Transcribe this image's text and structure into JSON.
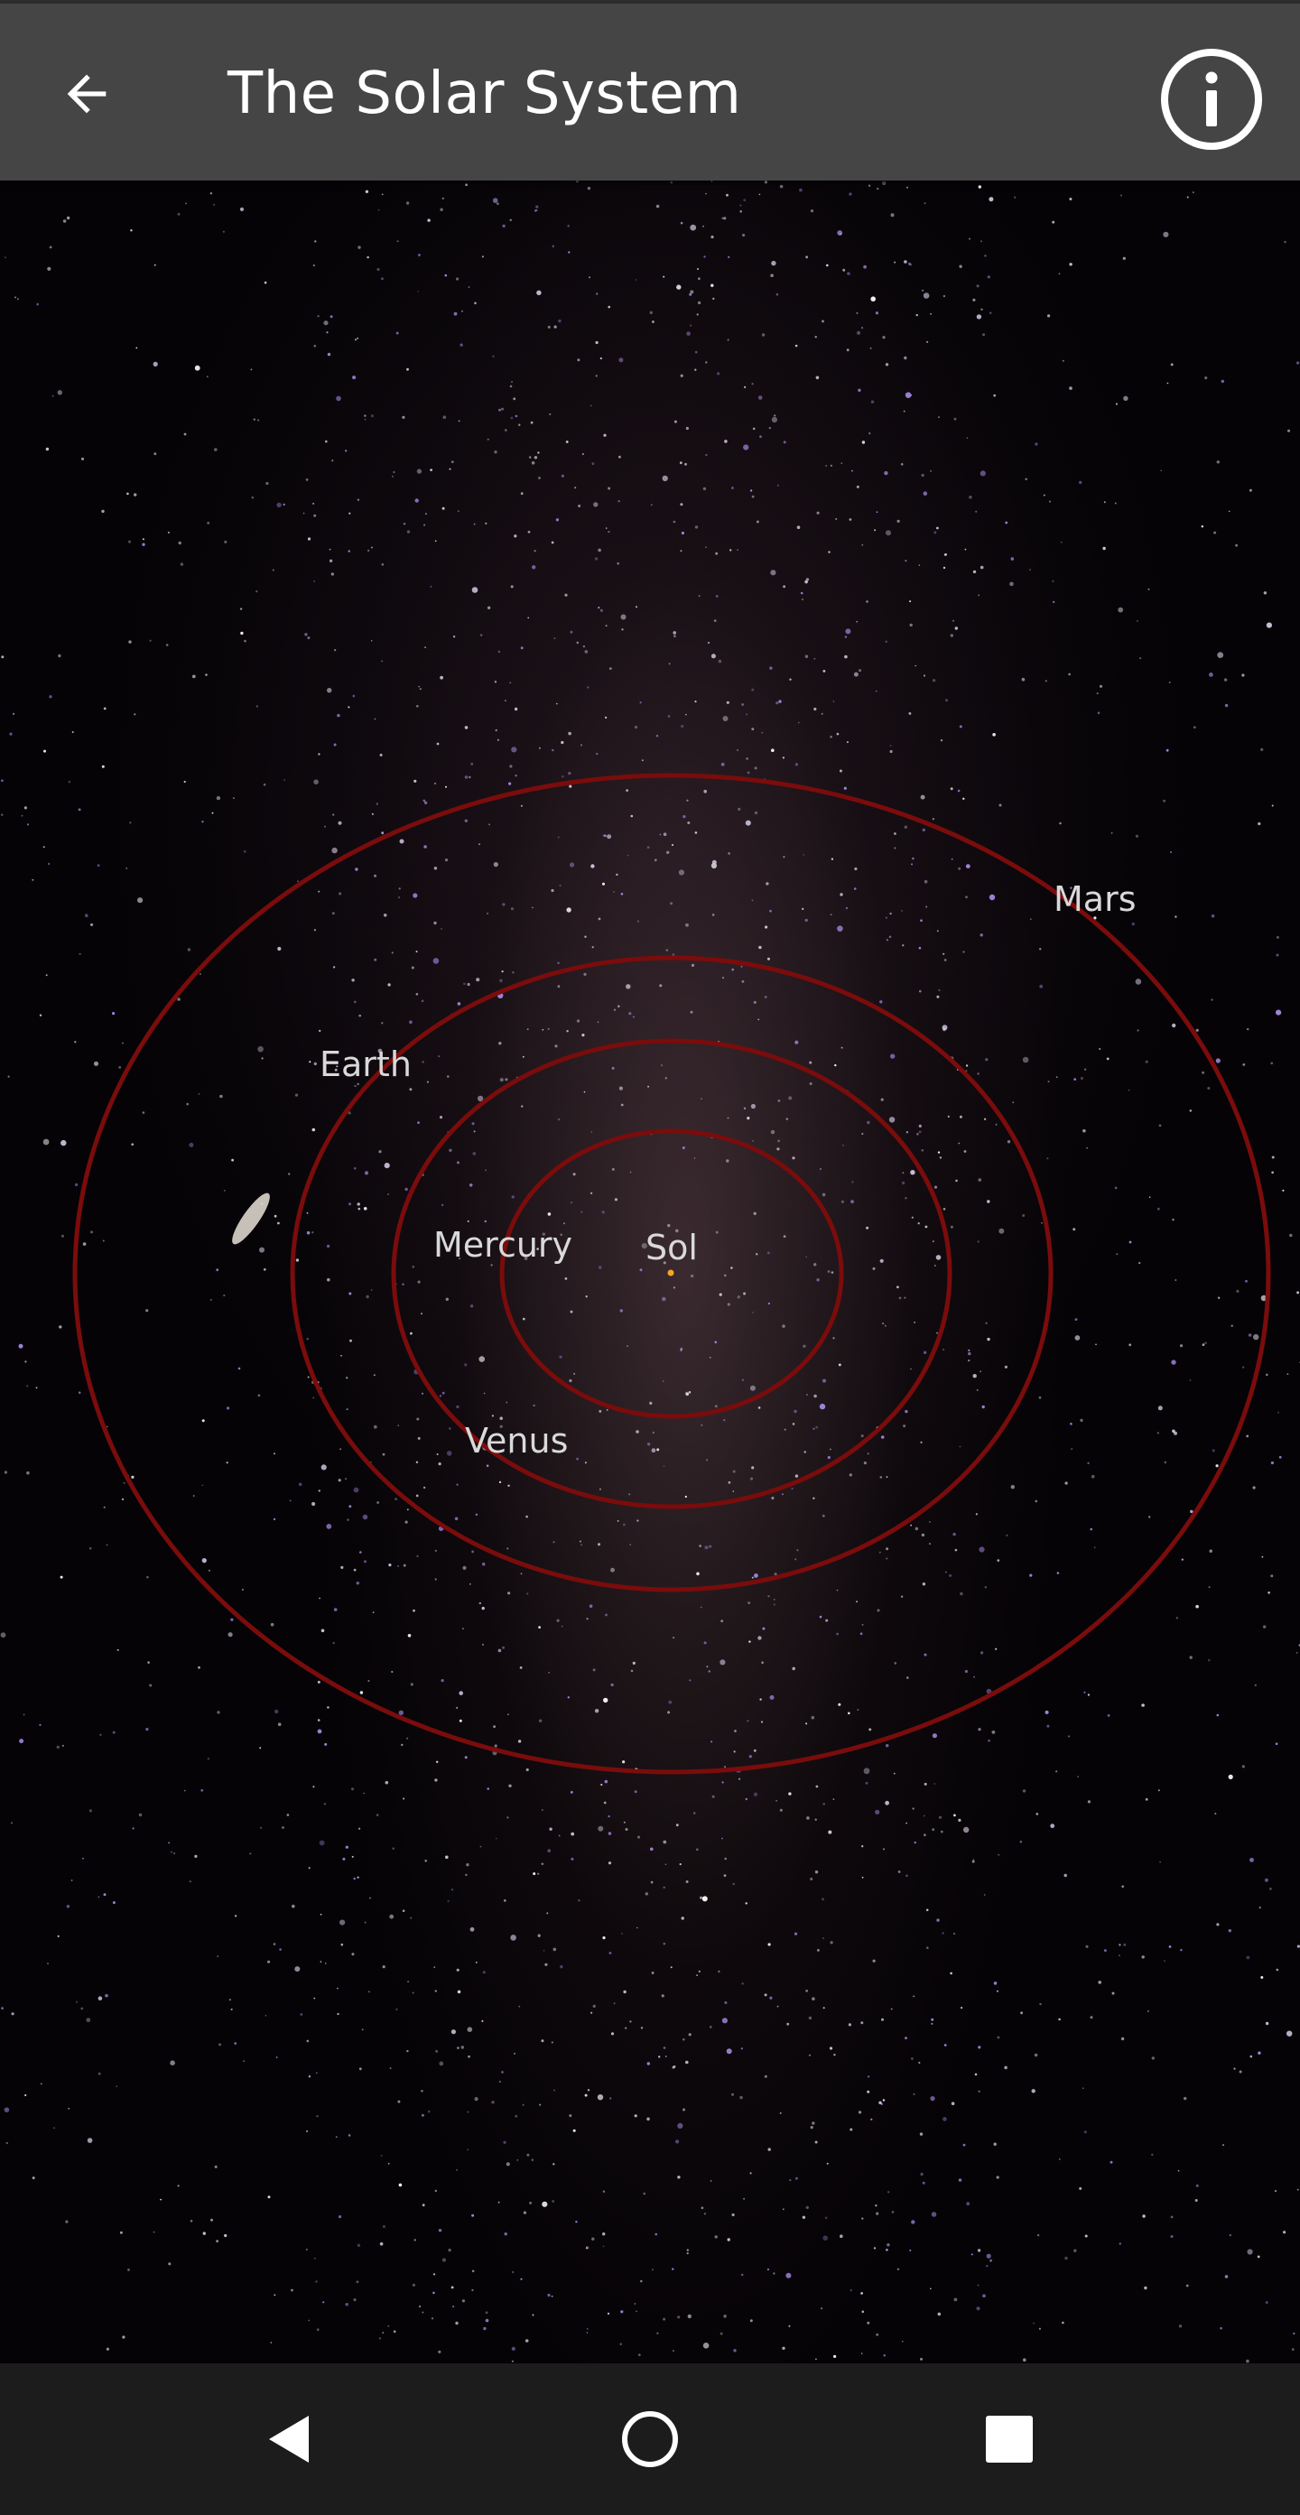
{
  "app_bar": {
    "title": "The Solar System",
    "back_icon": "arrow-left-icon",
    "info_icon": "info-circle-icon"
  },
  "solar_map": {
    "sun_label": "Sol",
    "planets": [
      {
        "name": "Mercury",
        "label": "Mercury"
      },
      {
        "name": "Venus",
        "label": "Venus"
      },
      {
        "name": "Earth",
        "label": "Earth"
      },
      {
        "name": "Mars",
        "label": "Mars"
      }
    ],
    "orbit_color": "#7a0c0c",
    "sun_color": "#f5a623"
  },
  "nav_bar": {
    "back_icon": "triangle-back-icon",
    "home_icon": "circle-home-icon",
    "recents_icon": "square-recents-icon"
  },
  "colors": {
    "app_bar_bg": "#454545",
    "nav_bar_bg": "#1c1c1c",
    "text": "#ffffff"
  }
}
